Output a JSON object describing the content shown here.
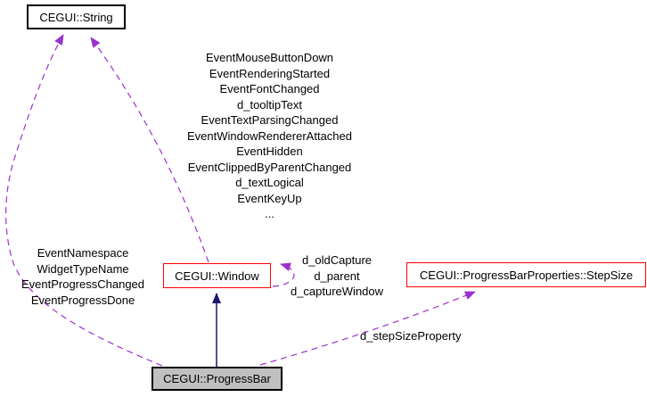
{
  "nodes": {
    "string": {
      "label": "CEGUI::String"
    },
    "window": {
      "label": "CEGUI::Window"
    },
    "stepsize": {
      "label": "CEGUI::ProgressBarProperties::StepSize"
    },
    "progressbar": {
      "label": "CEGUI::ProgressBar"
    }
  },
  "edges": {
    "window_to_string": {
      "labels": [
        "EventMouseButtonDown",
        "EventRenderingStarted",
        "EventFontChanged",
        "d_tooltipText",
        "EventTextParsingChanged",
        "EventWindowRendererAttached",
        "EventHidden",
        "EventClippedByParentChanged",
        "d_textLogical",
        "EventKeyUp",
        "..."
      ]
    },
    "progressbar_to_string": {
      "labels": [
        "EventNamespace",
        "WidgetTypeName",
        "EventProgressChanged",
        "EventProgressDone"
      ]
    },
    "window_self_loop": {
      "labels": [
        "d_oldCapture",
        "d_parent",
        "d_captureWindow"
      ]
    },
    "progressbar_to_stepsize": {
      "labels": [
        "d_stepSizeProperty"
      ]
    }
  },
  "colors": {
    "usage_edge": "#9a32cd",
    "inheritance_edge": "#191970",
    "linked_node_border": "#ff0000",
    "node_border": "#000000",
    "current_node_fill": "#c0c0c0",
    "background": "#ffffff"
  }
}
